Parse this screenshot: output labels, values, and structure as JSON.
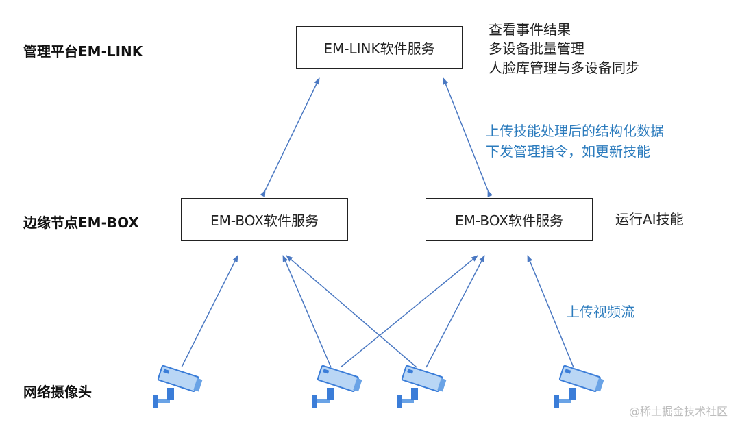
{
  "tiers": {
    "platform": "管理平台EM-LINK",
    "edge": "边缘节点EM-BOX",
    "cameras": "网络摄像头"
  },
  "boxes": {
    "em_link": "EM-LINK软件服务",
    "em_box_left": "EM-BOX软件服务",
    "em_box_right": "EM-BOX软件服务"
  },
  "notes": {
    "platform_features": [
      "查看事件结果",
      "多设备批量管理",
      "人脸库管理与多设备同步"
    ],
    "link_comm": [
      "上传技能处理后的结构化数据",
      "下发管理指令，如更新技能"
    ],
    "run_ai": "运行AI技能",
    "upload_video": "上传视频流"
  },
  "cameras": [
    {
      "icon": "cctv-camera-icon"
    },
    {
      "icon": "cctv-camera-icon"
    },
    {
      "icon": "cctv-camera-icon"
    },
    {
      "icon": "cctv-camera-icon"
    }
  ],
  "watermark": "@稀土掘金技术社区",
  "colors": {
    "arrow": "#4a78c2",
    "note_blue": "#2b7bbd",
    "camera_light": "#b9d6f5",
    "camera_mid": "#6aa3e6",
    "camera_dark": "#3b7dd8"
  }
}
